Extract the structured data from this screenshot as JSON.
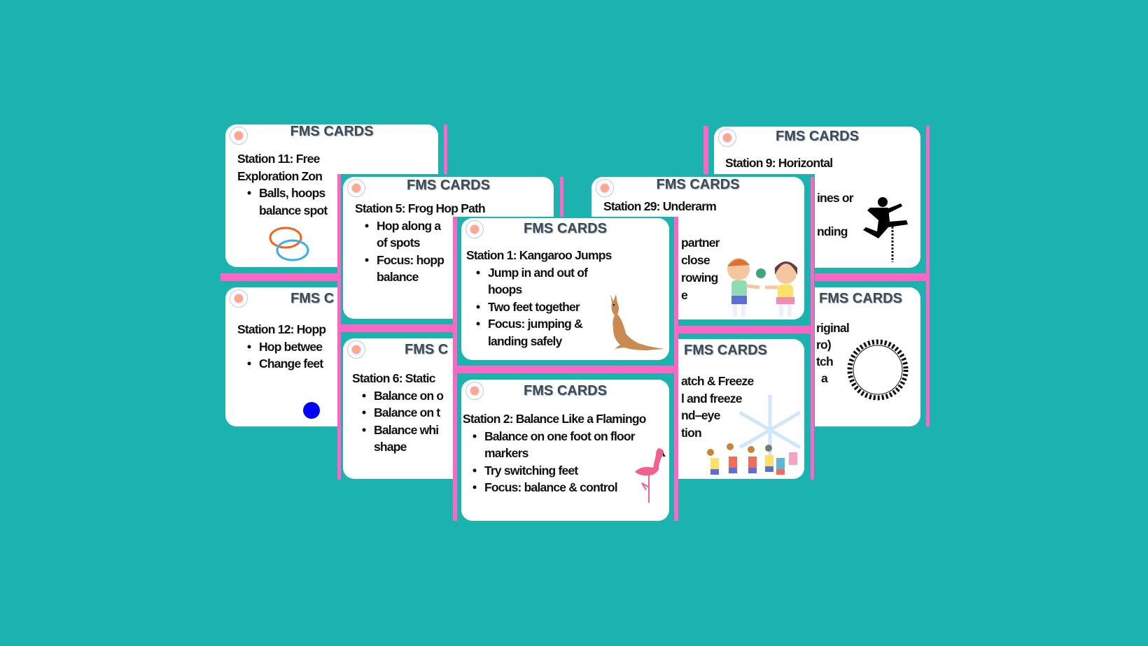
{
  "card_title": "FMS CARDS",
  "colors": {
    "background": "#1cb2b0",
    "accent": "#ff66c4",
    "title": "#3d4b59"
  },
  "cards": {
    "station11": {
      "heading": [
        "Station 11: Free",
        "Exploration Zon"
      ],
      "bullets": [
        "Balls, hoops",
        "balance spot"
      ],
      "image": "hoops"
    },
    "station12": {
      "title": "FMS C",
      "heading": "Station 12: Hopp",
      "bullets": [
        "Hop betwee",
        "Change feet"
      ],
      "image": "blue-spot"
    },
    "station5": {
      "heading": "Station 5: Frog Hop Path",
      "bullets": [
        "Hop along a",
        "of spots",
        "Focus: hopp",
        "balance"
      ]
    },
    "station6": {
      "title": "FMS C",
      "heading": "Station 6: Static",
      "bullets": [
        "Balance on o",
        "Balance on t",
        "Balance whi",
        "shape"
      ]
    },
    "station1": {
      "heading": "Station 1: Kangaroo Jumps",
      "bullets": [
        "Jump in and out of",
        "hoops",
        "Two feet together",
        "Focus: jumping &",
        "landing safely"
      ],
      "image": "kangaroo"
    },
    "station2": {
      "heading": "Station 2: Balance Like a Flamingo",
      "bullets": [
        "Balance on one foot on floor",
        "markers",
        "Try switching feet",
        "Focus: balance & control"
      ],
      "image": "flamingo"
    },
    "station29": {
      "heading": "Station 29: Underarm",
      "fragments": [
        "partner",
        "close",
        "rowing",
        "e"
      ],
      "image": "kids-throwing-ball"
    },
    "catch_freeze": {
      "fragments": [
        "atch & Freeze",
        "l and freeze",
        "nd–eye",
        "tion"
      ],
      "image": "kids-playing-ball"
    },
    "station9": {
      "heading": "Station 9: Horizontal",
      "fragments": [
        "ines or",
        "nding"
      ],
      "image": "hurdle-jumper"
    },
    "original": {
      "fragments": [
        "riginal",
        "ro)",
        "tch",
        "a"
      ],
      "image": "circle-of-people"
    }
  }
}
